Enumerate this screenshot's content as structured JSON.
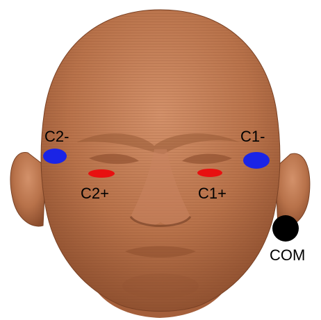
{
  "figure": {
    "subject": "3D rendered head model, frontal view",
    "skin_color": "#b8724a",
    "electrodes": [
      {
        "id": "C2-",
        "label": "C2-",
        "color": "#1a24e6",
        "position_word": "right of subject's eye, outer canthus"
      },
      {
        "id": "C2+",
        "label": "C2+",
        "color": "#e81010",
        "position_word": "below subject's right eye"
      },
      {
        "id": "C1+",
        "label": "C1+",
        "color": "#e81010",
        "position_word": "below subject's left eye"
      },
      {
        "id": "C1-",
        "label": "C1-",
        "color": "#1a24e6",
        "position_word": "left of subject's eye, outer canthus"
      },
      {
        "id": "COM",
        "label": "COM",
        "color": "#000000",
        "position_word": "behind left ear / mastoid"
      }
    ]
  }
}
